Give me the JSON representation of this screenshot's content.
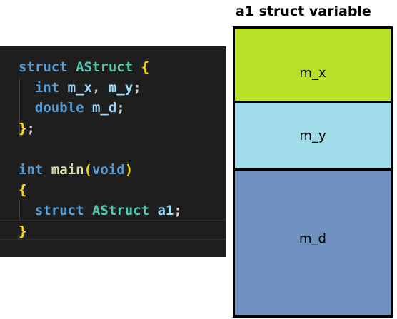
{
  "code": {
    "lines": [
      [
        {
          "text": "struct ",
          "cls": "k"
        },
        {
          "text": "AStruct ",
          "cls": "t"
        },
        {
          "text": "{",
          "cls": "b"
        }
      ],
      [
        {
          "text": "  int ",
          "cls": "k"
        },
        {
          "text": "m_x",
          "cls": "v"
        },
        {
          "text": ", ",
          "cls": "p"
        },
        {
          "text": "m_y",
          "cls": "v"
        },
        {
          "text": ";",
          "cls": "p"
        }
      ],
      [
        {
          "text": "  double ",
          "cls": "k"
        },
        {
          "text": "m_d",
          "cls": "v"
        },
        {
          "text": ";",
          "cls": "p"
        }
      ],
      [
        {
          "text": "}",
          "cls": "b"
        },
        {
          "text": ";",
          "cls": "p"
        }
      ],
      [],
      [
        {
          "text": "int ",
          "cls": "k"
        },
        {
          "text": "main",
          "cls": "f"
        },
        {
          "text": "(",
          "cls": "b"
        },
        {
          "text": "void",
          "cls": "k"
        },
        {
          "text": ")",
          "cls": "b"
        }
      ],
      [
        {
          "text": "{",
          "cls": "b"
        }
      ],
      [
        {
          "text": "  struct ",
          "cls": "k"
        },
        {
          "text": "AStruct ",
          "cls": "t"
        },
        {
          "text": "a1",
          "cls": "v"
        },
        {
          "text": ";",
          "cls": "p"
        }
      ],
      [
        {
          "text": "}",
          "cls": "b"
        }
      ]
    ]
  },
  "diagram": {
    "title": "a1 struct variable",
    "blocks": [
      {
        "label": "m_x",
        "color": "#b9e12a"
      },
      {
        "label": "m_y",
        "color": "#a0dbea"
      },
      {
        "label": "m_d",
        "color": "#6e91bf"
      }
    ]
  }
}
